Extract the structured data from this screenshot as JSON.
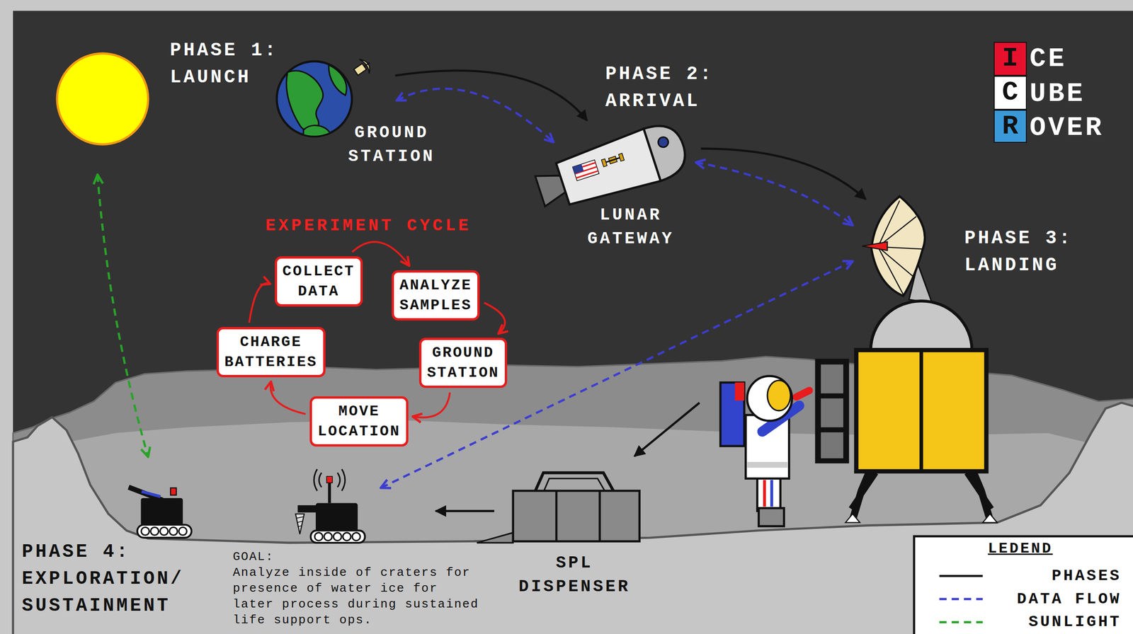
{
  "diagram": {
    "nodes": [
      {
        "text": [
          "GROUND STATION"
        ]
      },
      {
        "text": [
          "LUNAR GATEWAY"
        ]
      },
      {
        "text": [
          "I"
        ]
      },
      {
        "text": [
          "C"
        ]
      },
      {
        "text": [
          "R"
        ]
      },
      {
        "text": [
          "COLLECT DATA"
        ]
      },
      {
        "text": [
          "ANALYZE SAMPLES"
        ]
      },
      {
        "text": [
          "CHARGE BATTERIES"
        ]
      },
      {
        "text": [
          "GROUND STATION"
        ]
      },
      {
        "text": [
          "MOVE LOCATION"
        ]
      },
      {
        "text": [
          "SPL DISPENSER"
        ]
      }
    ],
    "edges": [
      {
        "from": 0,
        "to": 1,
        "arrow": "to"
      },
      {
        "from": 0,
        "to": 1,
        "arrow": "both"
      },
      {
        "from": 5,
        "to": 6,
        "arrow": "to"
      },
      {
        "from": 6,
        "to": 8,
        "arrow": "to"
      },
      {
        "from": 8,
        "to": 9,
        "arrow": "to"
      },
      {
        "from": 9,
        "to": 7,
        "arrow": "to"
      },
      {
        "from": 7,
        "to": 5,
        "arrow": "to"
      }
    ],
    "labels": [
      "PHASE 1: LAUNCH",
      "PHASE 2: ARRIVAL",
      "CE",
      "UBE",
      "OVER",
      "EXPERIMENT CYCLE",
      "PHASE 3: LANDING",
      "PHASE 4: EXPLORATION/ SUSTAINMENT",
      "GOAL:",
      "Analyze inside of craters for presence of water ice for later process during sustained life support ops.",
      "LEDEND"
    ],
    "legend": [
      {
        "text": "PHASES"
      },
      {
        "text": "DATA FLOW"
      },
      {
        "text": "SUNLIGHT"
      }
    ]
  }
}
